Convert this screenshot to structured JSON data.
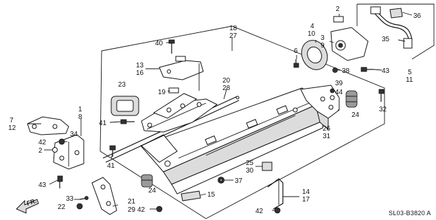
{
  "callouts": [
    {
      "id": "c18",
      "text": "18"
    },
    {
      "id": "c27",
      "text": "27"
    },
    {
      "id": "c40",
      "text": "40"
    },
    {
      "id": "c13",
      "text": "13"
    },
    {
      "id": "c16",
      "text": "16"
    },
    {
      "id": "c23",
      "text": "23"
    },
    {
      "id": "c19",
      "text": "19"
    },
    {
      "id": "c20",
      "text": "20"
    },
    {
      "id": "c28",
      "text": "28"
    },
    {
      "id": "c1",
      "text": "1"
    },
    {
      "id": "c8",
      "text": "8"
    },
    {
      "id": "c7",
      "text": "7"
    },
    {
      "id": "c12",
      "text": "12"
    },
    {
      "id": "c34",
      "text": "34"
    },
    {
      "id": "c42a",
      "text": "42"
    },
    {
      "id": "c2a",
      "text": "2"
    },
    {
      "id": "c41a",
      "text": "41"
    },
    {
      "id": "c41b",
      "text": "41"
    },
    {
      "id": "c43a",
      "text": "43"
    },
    {
      "id": "c33",
      "text": "33"
    },
    {
      "id": "c22",
      "text": "22"
    },
    {
      "id": "c21",
      "text": "21"
    },
    {
      "id": "c29",
      "text": "29"
    },
    {
      "id": "c42b",
      "text": "42"
    },
    {
      "id": "c24a",
      "text": "24"
    },
    {
      "id": "c15",
      "text": "15"
    },
    {
      "id": "c37",
      "text": "37"
    },
    {
      "id": "c25",
      "text": "25"
    },
    {
      "id": "c30",
      "text": "30"
    },
    {
      "id": "c14",
      "text": "14"
    },
    {
      "id": "c17",
      "text": "17"
    },
    {
      "id": "c42c",
      "text": "42"
    },
    {
      "id": "c4",
      "text": "4"
    },
    {
      "id": "c10",
      "text": "10"
    },
    {
      "id": "c2b",
      "text": "2"
    },
    {
      "id": "c3",
      "text": "3"
    },
    {
      "id": "c9",
      "text": "9"
    },
    {
      "id": "c6",
      "text": "6"
    },
    {
      "id": "c38",
      "text": "38"
    },
    {
      "id": "c43b",
      "text": "43"
    },
    {
      "id": "c36",
      "text": "36"
    },
    {
      "id": "c35",
      "text": "35"
    },
    {
      "id": "c5",
      "text": "5"
    },
    {
      "id": "c11",
      "text": "11"
    },
    {
      "id": "c39",
      "text": "39"
    },
    {
      "id": "c44",
      "text": "44"
    },
    {
      "id": "c24b",
      "text": "24"
    },
    {
      "id": "c32",
      "text": "32"
    },
    {
      "id": "c26",
      "text": "26"
    },
    {
      "id": "c31",
      "text": "31"
    }
  ],
  "direction_label": "FR.",
  "diagram_code": "SL03-B3820 A"
}
